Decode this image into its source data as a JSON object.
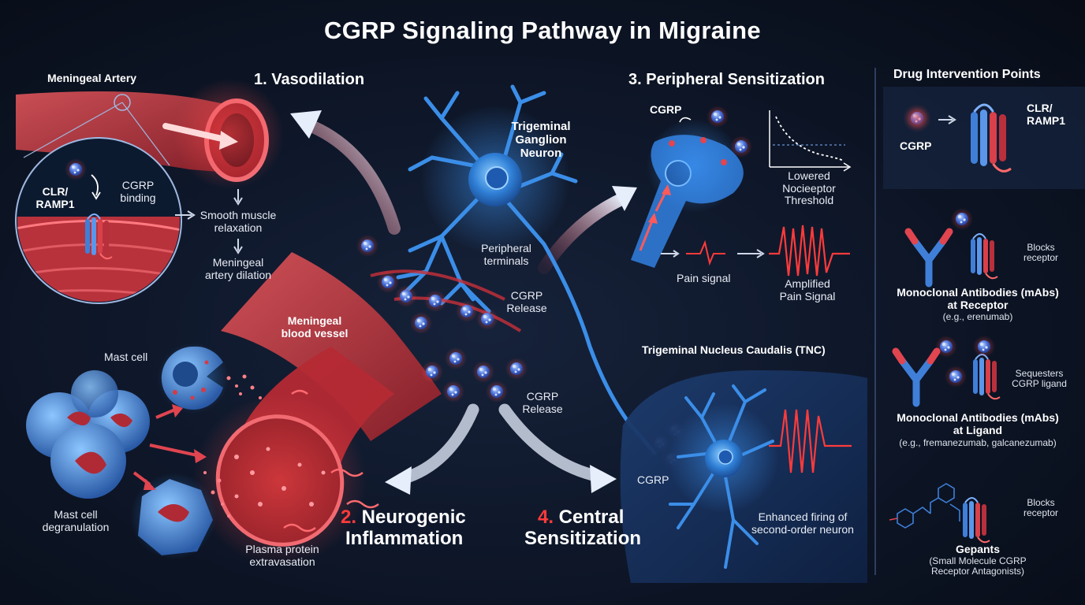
{
  "title": "CGRP Signaling Pathway in Migraine",
  "vasodilation": {
    "heading": "1. Vasodilation",
    "meningeal_artery": "Meningeal Artery",
    "receptor": "CLR/\nRAMP1",
    "binding": "CGRP\nbinding",
    "smooth_muscle": "Smooth muscle\nrelaxation",
    "artery_dilation": "Meningeal\nartery dilation"
  },
  "neuron": {
    "ganglion": "Trigeminal\nGanglion\nNeuron",
    "terminals": "Peripheral\nterminals",
    "release_1": "CGRP\nRelease",
    "release_2": "CGRP\nRelease"
  },
  "inflammation": {
    "blood_vessel": "Meningeal\nblood vessel",
    "mast_cell": "Mast cell",
    "degranulation": "Mast cell\ndegranulation",
    "extravasation": "Plasma protein\nextravasation",
    "heading_num": "2.",
    "heading_text": " Neurogenic",
    "heading_line2": "Inflammation"
  },
  "peripheral": {
    "heading": "3. Peripheral Sensitization",
    "cgrp": "CGRP",
    "threshold": "Lowered\nNocieeptor\nThreshold",
    "pain_signal": "Pain signal",
    "amplified": "Amplified\nPain Signal"
  },
  "central": {
    "tnc": "Trigeminal Nucleus Caudalis (TNC)",
    "cgrp": "CGRP",
    "firing": "Enhanced firing of\nsecond-order neuron",
    "heading_num": "4.",
    "heading_text": " Central",
    "heading_line2": "Sensitization"
  },
  "drugs": {
    "heading": "Drug Intervention Points",
    "cgrp": "CGRP",
    "receptor": "CLR/\nRAMP1",
    "mab_receptor_action": "Blocks\nreceptor",
    "mab_receptor_title": "Monoclonal Antibodies (mAbs)\nat Receptor",
    "mab_receptor_example": "(e.g., erenumab)",
    "mab_ligand_action": "Sequesters\nCGRP ligand",
    "mab_ligand_title": "Monoclonal Antibodies (mAbs)\nat Ligand",
    "mab_ligand_example": "(e.g., fremanezumab, galcanezumab)",
    "gepant_action": "Blocks\nreceptor",
    "gepant_title": "Gepants",
    "gepant_sub": "(Small Molecule CGRP\nReceptor Antagonists)"
  },
  "colors": {
    "accent_red": "#ff3b3b",
    "neuron_blue": "#3b8ee8",
    "vessel_red": "#c8303a"
  }
}
